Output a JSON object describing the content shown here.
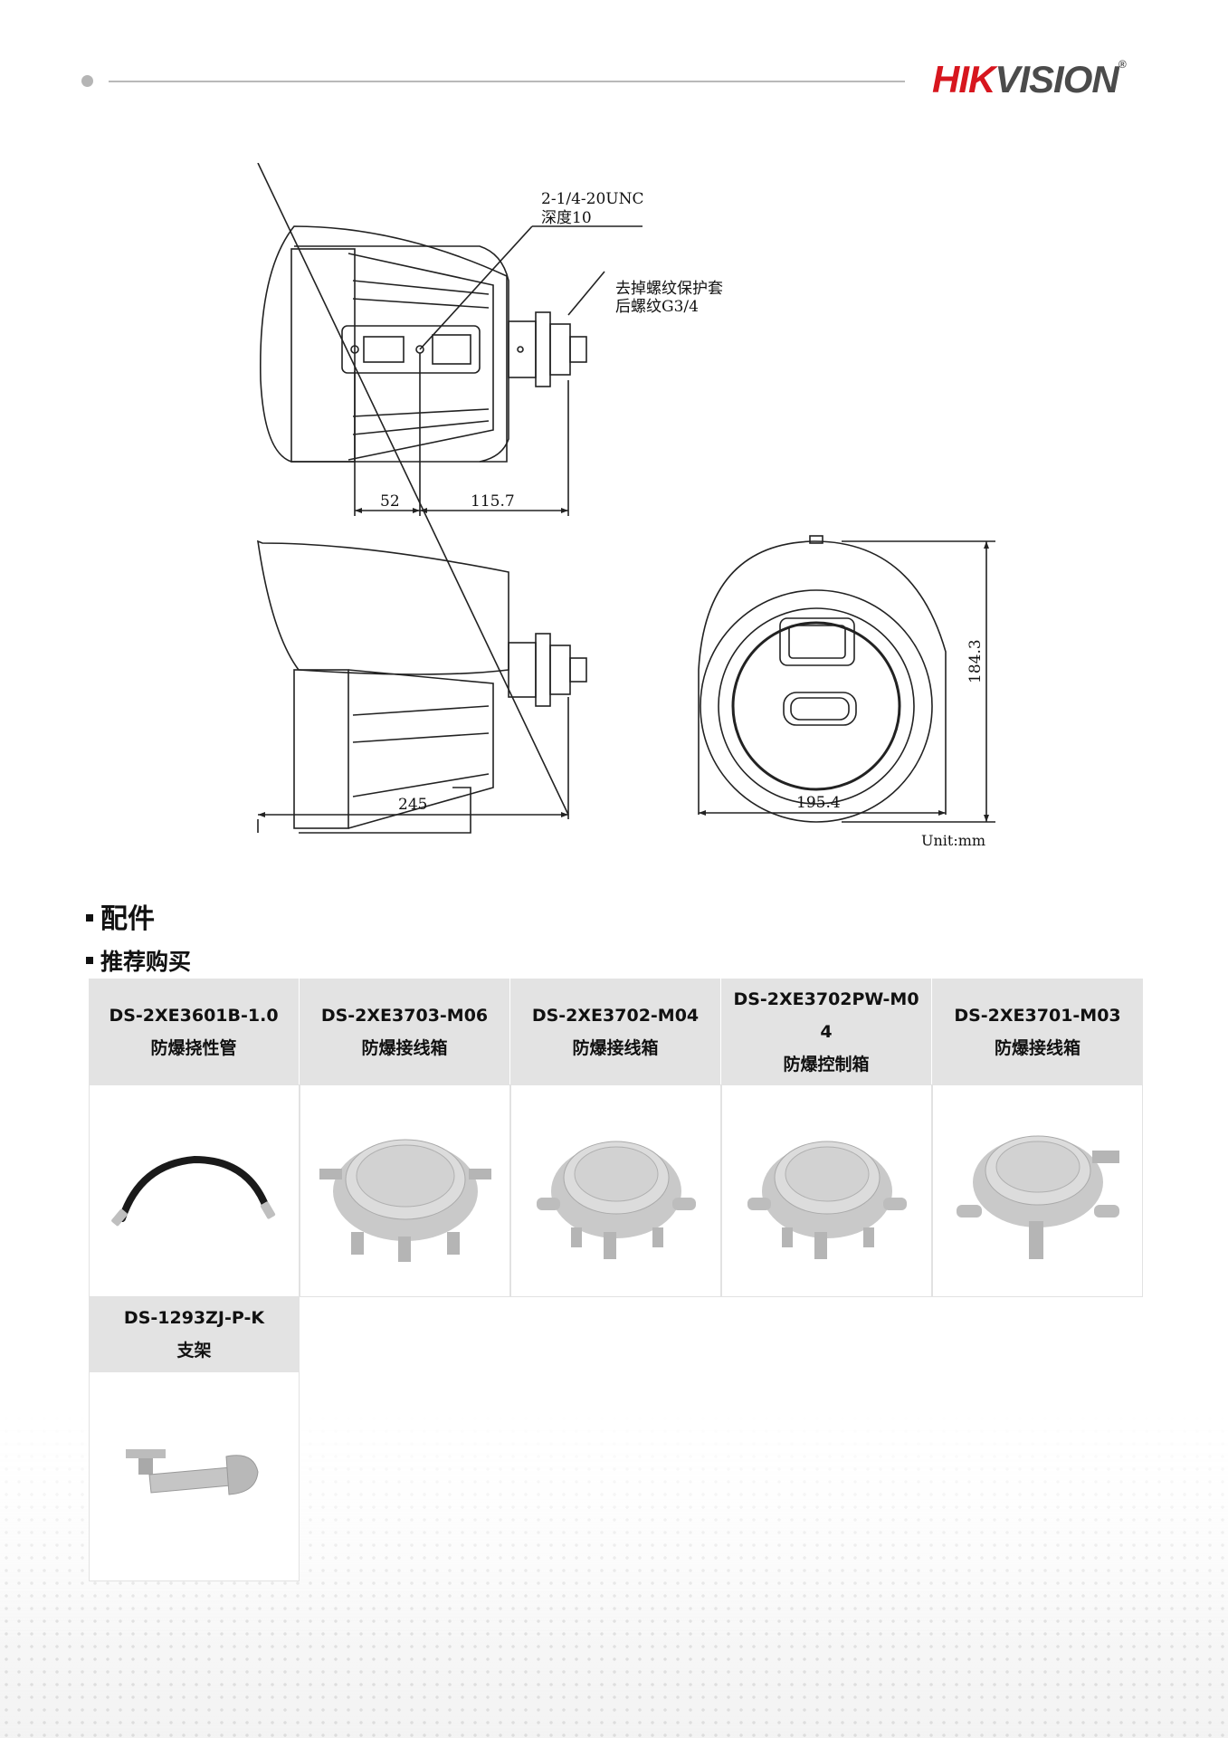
{
  "header": {
    "brand_red": "HIK",
    "brand_gray": "VISION",
    "registered": "®"
  },
  "drawing": {
    "annot_thread_1": "2-1/4-20UNC",
    "annot_thread_2": "深度10",
    "annot_note_1": "去掉螺纹保护套",
    "annot_note_2": "后螺纹G3/4",
    "dim_52": "52",
    "dim_115": "115.7",
    "dim_245": "245",
    "dim_195": "195.4",
    "dim_184": "184.3",
    "unit": "Unit:mm"
  },
  "sections": {
    "accessories": "配件",
    "recommended": "推荐购买"
  },
  "products": [
    {
      "model": "DS-2XE3601B-1.0",
      "desc": "防爆挠性管",
      "icon": "flexible-hose"
    },
    {
      "model": "DS-2XE3703-M06",
      "desc": "防爆接线箱",
      "icon": "junction-box"
    },
    {
      "model": "DS-2XE3702-M04",
      "desc": "防爆接线箱",
      "icon": "junction-box"
    },
    {
      "model": "DS-2XE3702PW-M04",
      "model_line1": "DS-2XE3702PW-M0",
      "model_line2": "4",
      "desc": "防爆控制箱",
      "icon": "control-box"
    },
    {
      "model": "DS-2XE3701-M03",
      "desc": "防爆接线箱",
      "icon": "junction-box"
    },
    {
      "model": "DS-1293ZJ-P-K",
      "desc": "支架",
      "icon": "wall-bracket"
    }
  ],
  "colors": {
    "brand_red": "#d7161e",
    "header_cell": "#e3e3e3"
  }
}
